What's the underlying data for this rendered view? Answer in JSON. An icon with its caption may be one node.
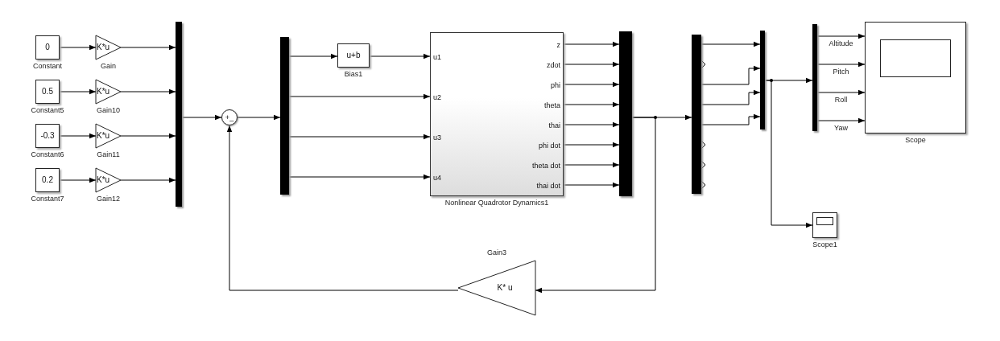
{
  "diagram": {
    "nodes": [
      {
        "text": [
          "0"
        ],
        "beside": [
          "Constant"
        ]
      },
      {
        "text": [
          "K*u"
        ],
        "beside": [
          "Gain"
        ]
      },
      {
        "text": [
          "0.5"
        ],
        "beside": [
          "Constant5"
        ]
      },
      {
        "text": [
          "K*u"
        ],
        "beside": [
          "Gain10"
        ]
      },
      {
        "text": [
          "-0.3"
        ],
        "beside": [
          "Constant6"
        ]
      },
      {
        "text": [
          "K*u"
        ],
        "beside": [
          "Gain11"
        ]
      },
      {
        "text": [
          "0.2"
        ],
        "beside": [
          "Constant7"
        ]
      },
      {
        "text": [
          "K*u"
        ],
        "beside": [
          "Gain12"
        ]
      },
      {
        "text": [],
        "shape": "bar"
      },
      {
        "text": [
          "+",
          "_"
        ]
      },
      {
        "text": [],
        "shape": "bar"
      },
      {
        "text": [
          "u+b"
        ],
        "beside": [
          "Bias1"
        ]
      },
      {
        "text": [
          "u1",
          "u2",
          "u3",
          "u4",
          "z",
          "zdot",
          "phi",
          "theta",
          "thai",
          "phi dot",
          "theta dot",
          "thai dot"
        ],
        "beside": [
          "Nonlinear Quadrotor Dynamics1"
        ]
      },
      {
        "text": [],
        "shape": "bar"
      },
      {
        "text": [],
        "shape": "bar"
      },
      {
        "text": [],
        "shape": "bar"
      },
      {
        "text": [],
        "shape": "bar"
      },
      {
        "text": [],
        "shape": "box",
        "beside": [
          "Scope"
        ]
      },
      {
        "text": [],
        "shape": "box",
        "beside": [
          "Scope1"
        ]
      },
      {
        "text": [
          "K* u"
        ],
        "beside": [
          "Gain3"
        ]
      }
    ],
    "edges": [
      {
        "from": 0,
        "to": 1,
        "arrow": "to"
      },
      {
        "from": 1,
        "to": 8,
        "arrow": "to"
      },
      {
        "from": 2,
        "to": 3,
        "arrow": "to"
      },
      {
        "from": 3,
        "to": 8,
        "arrow": "to"
      },
      {
        "from": 4,
        "to": 5,
        "arrow": "to"
      },
      {
        "from": 5,
        "to": 8,
        "arrow": "to"
      },
      {
        "from": 6,
        "to": 7,
        "arrow": "to"
      },
      {
        "from": 7,
        "to": 8,
        "arrow": "to"
      },
      {
        "from": 8,
        "to": 9,
        "arrow": "to"
      },
      {
        "from": 9,
        "to": 10,
        "arrow": "to"
      },
      {
        "from": 10,
        "to": 11,
        "arrow": "to"
      },
      {
        "from": 11,
        "to": 12,
        "arrow": "to"
      },
      {
        "from": 10,
        "to": 12,
        "arrow": "to"
      },
      {
        "from": 10,
        "to": 12,
        "arrow": "to"
      },
      {
        "from": 10,
        "to": 12,
        "arrow": "to"
      },
      {
        "from": 12,
        "to": 13,
        "arrow": "to"
      },
      {
        "from": 12,
        "to": 13,
        "arrow": "to"
      },
      {
        "from": 12,
        "to": 13,
        "arrow": "to"
      },
      {
        "from": 12,
        "to": 13,
        "arrow": "to"
      },
      {
        "from": 12,
        "to": 13,
        "arrow": "to"
      },
      {
        "from": 12,
        "to": 13,
        "arrow": "to"
      },
      {
        "from": 12,
        "to": 13,
        "arrow": "to"
      },
      {
        "from": 12,
        "to": 13,
        "arrow": "to"
      },
      {
        "from": 13,
        "to": 14,
        "arrow": "to"
      },
      {
        "from": 13,
        "to": 19,
        "arrow": "to"
      },
      {
        "from": 19,
        "to": 9,
        "arrow": "to"
      },
      {
        "from": 14,
        "to": 15,
        "arrow": "to"
      },
      {
        "from": 14,
        "to": 15,
        "arrow": "to"
      },
      {
        "from": 14,
        "to": 15,
        "arrow": "to"
      },
      {
        "from": 14,
        "to": 15,
        "arrow": "to"
      },
      {
        "from": 15,
        "to": 16,
        "arrow": "to"
      },
      {
        "from": 15,
        "to": 18,
        "arrow": "to"
      },
      {
        "from": 16,
        "to": 17,
        "arrow": "to",
        "label": "Altitude"
      },
      {
        "from": 16,
        "to": 17,
        "arrow": "to",
        "label": "Pitch"
      },
      {
        "from": 16,
        "to": 17,
        "arrow": "to",
        "label": "Roll"
      },
      {
        "from": 16,
        "to": 17,
        "arrow": "to",
        "label": "Yaw"
      }
    ]
  }
}
